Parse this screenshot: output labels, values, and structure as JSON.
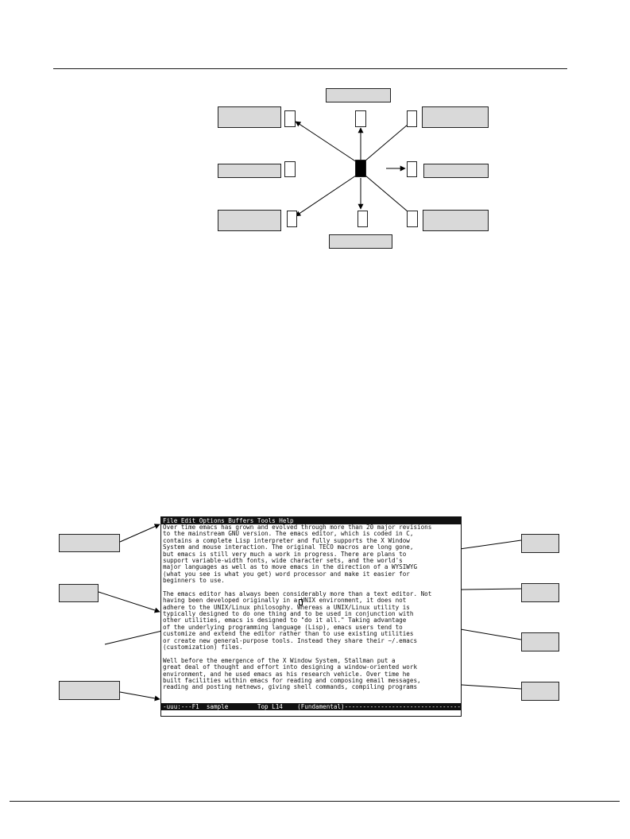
{
  "emacs": {
    "menubar": "File Edit Options Buffers Tools Help",
    "lines": [
      "Over time emacs has grown and evolved through more than 20 major revisions",
      "to the mainstream GNU version. The emacs editor, which is coded in C,",
      "contains a complete Lisp interpreter and fully supports the X Window",
      "System and mouse interaction. The original TECO macros are long gone,",
      "but emacs is still very much a work in progress. There are plans to",
      "support variable-width fonts, wide character sets, and the world's",
      "major languages as well as to move emacs in the direction of a WYSIWYG",
      "(what you see is what you get) word processor and make it easier for",
      "beginners to use.",
      "",
      "The emacs editor has always been considerably more than a text editor. Not",
      "having been developed originally in a UNIX environment, it does not",
      "adhere to the UNIX/Linux philosophy. Whereas a UNIX/Linux utility is",
      "typically designed to do one thing and to be used in conjunction with",
      "other utilities, emacs is designed to \"do it all.\" Taking advantage",
      "of the underlying programming language (Lisp), emacs users tend to",
      "customize and extend the editor rather than to use existing utilities",
      "or create new general-purpose tools. Instead they share their ~/.emacs",
      "(customization) files.",
      "",
      "Well before the emergence of the X Window System, Stallman put a",
      "great deal of thought and effort into designing a window-oriented work",
      "environment, and he used emacs as his research vehicle. Over time he",
      "built facilities within emacs for reading and composing email messages,",
      "reading and posting netnews, giving shell commands, compiling programs"
    ],
    "modeline": "-uuu:---F1  sample        Top L14    (Fundamental)----------------------------------------"
  }
}
